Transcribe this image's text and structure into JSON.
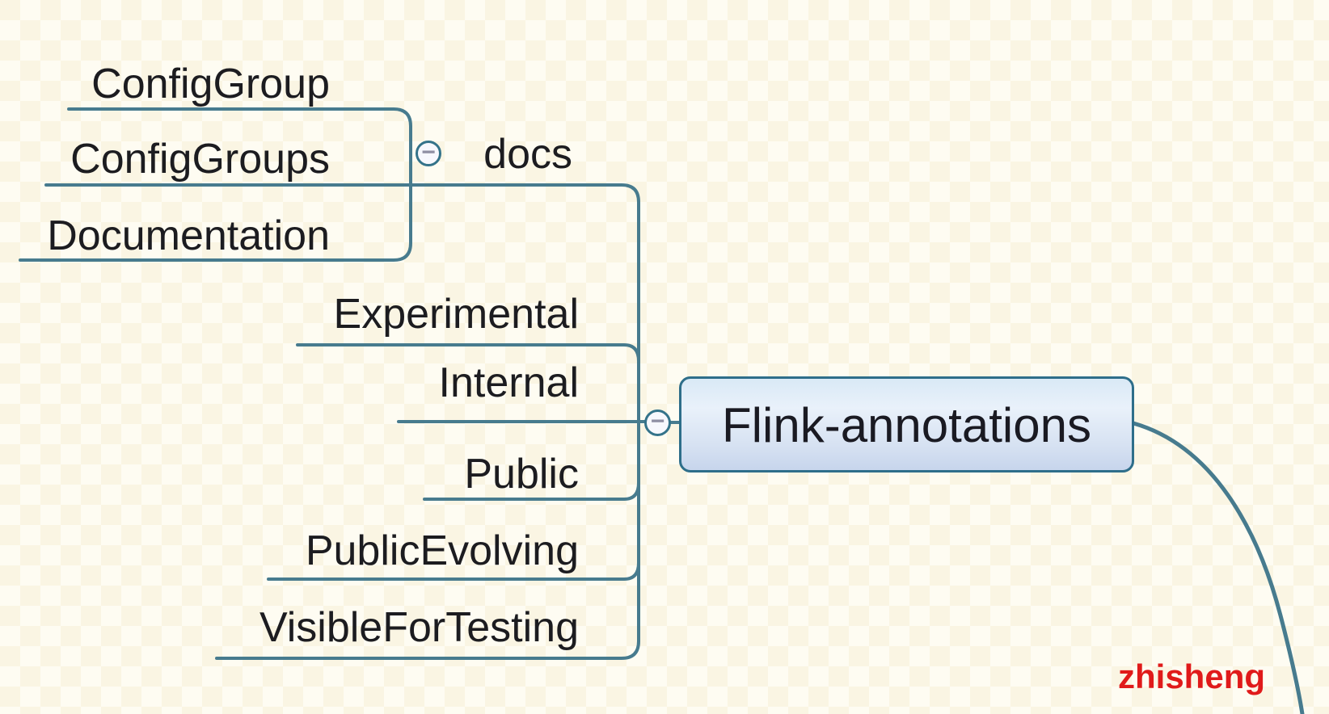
{
  "map": {
    "root": {
      "label": "Flink-annotations"
    },
    "docs": {
      "label": "docs",
      "children": [
        "ConfigGroup",
        "ConfigGroups",
        "Documentation"
      ]
    },
    "children": [
      "Experimental",
      "Internal",
      "Public",
      "PublicEvolving",
      "VisibleForTesting"
    ],
    "collapse_glyph": "−"
  },
  "watermark": {
    "text": "zhisheng"
  },
  "colors": {
    "background": "#fcf8e7",
    "checker_alt": "#faf5e3",
    "line": "#477b8e",
    "root_border": "#2e6e8a",
    "root_fill_top": "#e9f1fa",
    "root_fill_bottom": "#c7d5ec",
    "text": "#1c1c20",
    "collapse_minus": "#8f8fa3",
    "watermark": "#e01a1a"
  }
}
